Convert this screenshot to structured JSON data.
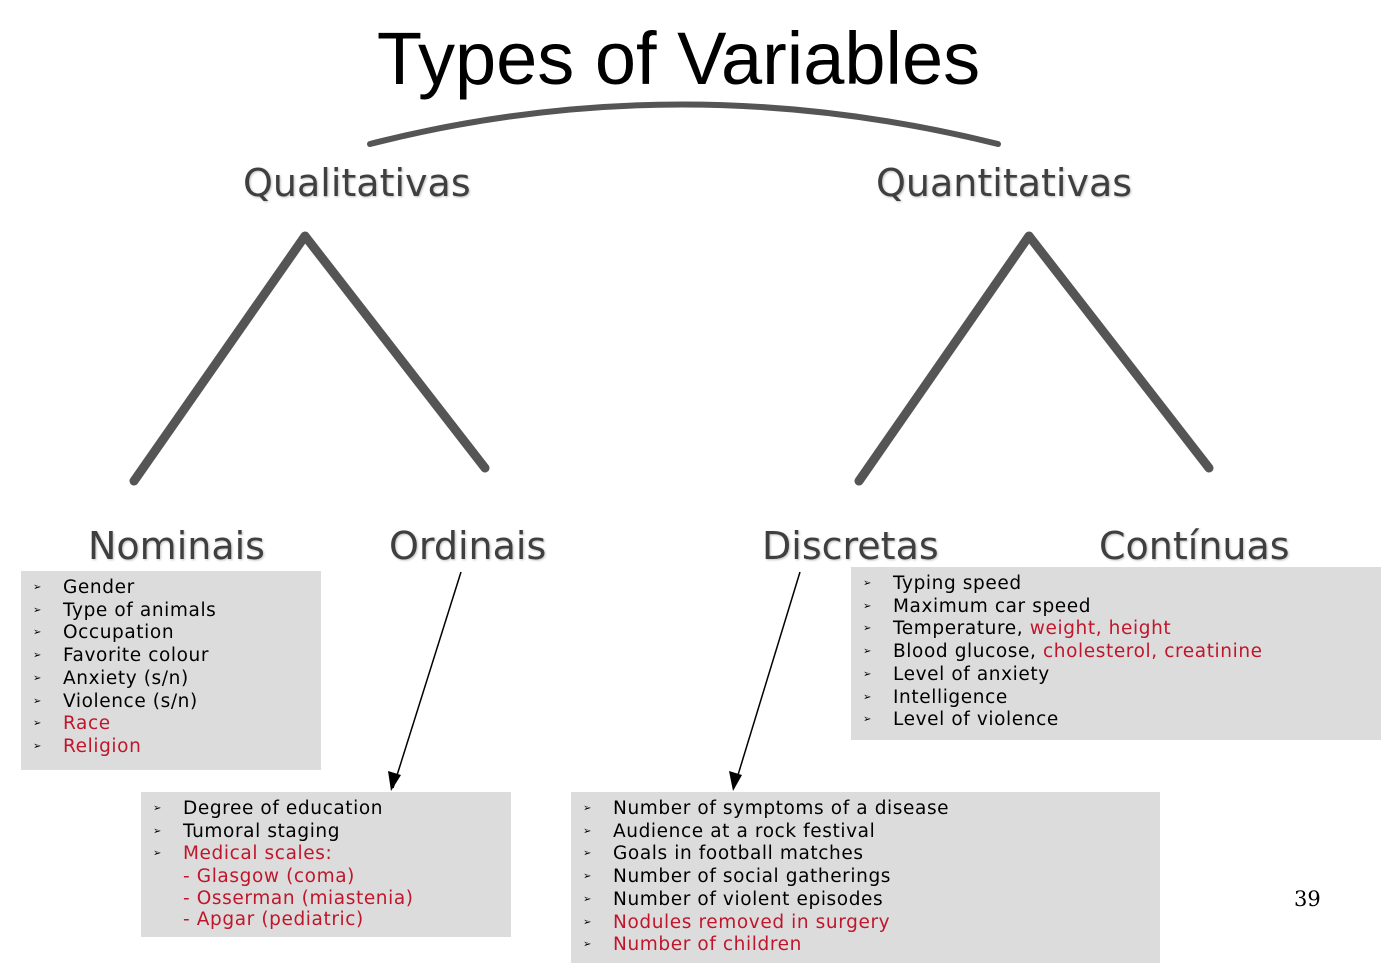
{
  "title": "Types of Variables",
  "tree": {
    "qualitative": "Qualitativas",
    "quantitative": "Quantitativas",
    "nominal": "Nominais",
    "ordinal": "Ordinais",
    "discrete": "Discretas",
    "continuous": "Contínuas"
  },
  "nominal_box": {
    "items": [
      "Gender",
      "Type of animals",
      "Occupation",
      "Favorite colour",
      "Anxiety (s/n)",
      "Violence (s/n)"
    ],
    "red_items": [
      "Race",
      "Religion"
    ]
  },
  "ordinal_box": {
    "items": [
      "Degree of education",
      "Tumoral staging"
    ],
    "red_item": "Medical scales:",
    "sub_items": [
      "- Glasgow (coma)",
      "- Osserman (miastenia)",
      "- Apgar (pediatric)"
    ]
  },
  "discrete_box": {
    "items": [
      "Number of symptoms of a disease",
      "Audience at a rock festival",
      "Goals in football matches",
      "Number of social gatherings",
      "Number of violent episodes"
    ],
    "red_items": [
      "Nodules removed in surgery",
      "Number of children"
    ]
  },
  "continuous_box": {
    "item_1": "Typing speed",
    "item_2": "Maximum car speed",
    "item_3_black": "Temperature, ",
    "item_3_red": "weight, height",
    "item_4_black": "Blood glucose, ",
    "item_4_red": "cholesterol, creatinine",
    "item_5": "Level of anxiety",
    "item_6": "Intelligence",
    "item_7": "Level of violence"
  },
  "bullet_glyph": "➢",
  "page_number": "39",
  "colors": {
    "accent_red": "#c0162b",
    "box_gray": "#dcdcdc",
    "line_gray": "#555555"
  }
}
